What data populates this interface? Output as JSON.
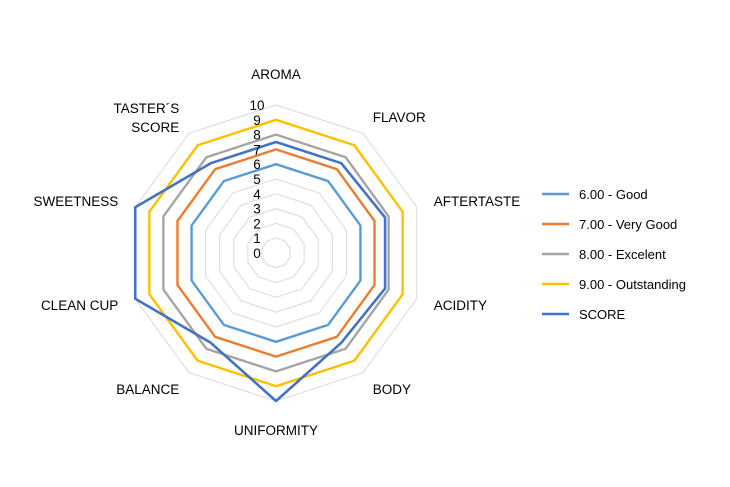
{
  "chart_data": {
    "type": "radar",
    "categories": [
      "AROMA",
      "FLAVOR",
      "AFTERTASTE",
      "ACIDITY",
      "BODY",
      "UNIFORMITY",
      "BALANCE",
      "CLEAN CUP",
      "SWEETNESS",
      "TASTER´S SCORE"
    ],
    "category_lines": [
      [
        "AROMA"
      ],
      [
        "FLAVOR"
      ],
      [
        "AFTERTASTE"
      ],
      [
        "ACIDITY"
      ],
      [
        "BODY"
      ],
      [
        "UNIFORMITY"
      ],
      [
        "BALANCE"
      ],
      [
        "CLEAN CUP"
      ],
      [
        "SWEETNESS"
      ],
      [
        "TASTER´S",
        "SCORE"
      ]
    ],
    "rlim": [
      0,
      10
    ],
    "ticks": [
      "0",
      "1",
      "2",
      "3",
      "4",
      "5",
      "6",
      "7",
      "8",
      "9",
      "10"
    ],
    "tick_values": [
      0,
      1,
      2,
      3,
      4,
      5,
      6,
      7,
      8,
      9,
      10
    ],
    "grid": true,
    "legend_position": "right",
    "series": [
      {
        "name": "6.00 - Good",
        "color": "#5b9bd5",
        "values": [
          6,
          6,
          6,
          6,
          6,
          6,
          6,
          6,
          6,
          6
        ]
      },
      {
        "name": "7.00 - Very Good",
        "color": "#ed7d31",
        "values": [
          7,
          7,
          7,
          7,
          7,
          7,
          7,
          7,
          7,
          7
        ]
      },
      {
        "name": "8.00 - Excelent",
        "color": "#a5a5a5",
        "values": [
          8,
          8,
          8,
          8,
          8,
          8,
          8,
          8,
          8,
          8
        ]
      },
      {
        "name": "9.00 - Outstanding",
        "color": "#ffc000",
        "values": [
          9,
          9,
          9,
          9,
          9,
          9,
          9,
          9,
          9,
          9
        ]
      },
      {
        "name": "SCORE",
        "color": "#4472c4",
        "values": [
          7.5,
          7.5,
          7.75,
          7.75,
          7.5,
          10,
          7.5,
          10,
          10,
          7.5
        ]
      }
    ]
  }
}
